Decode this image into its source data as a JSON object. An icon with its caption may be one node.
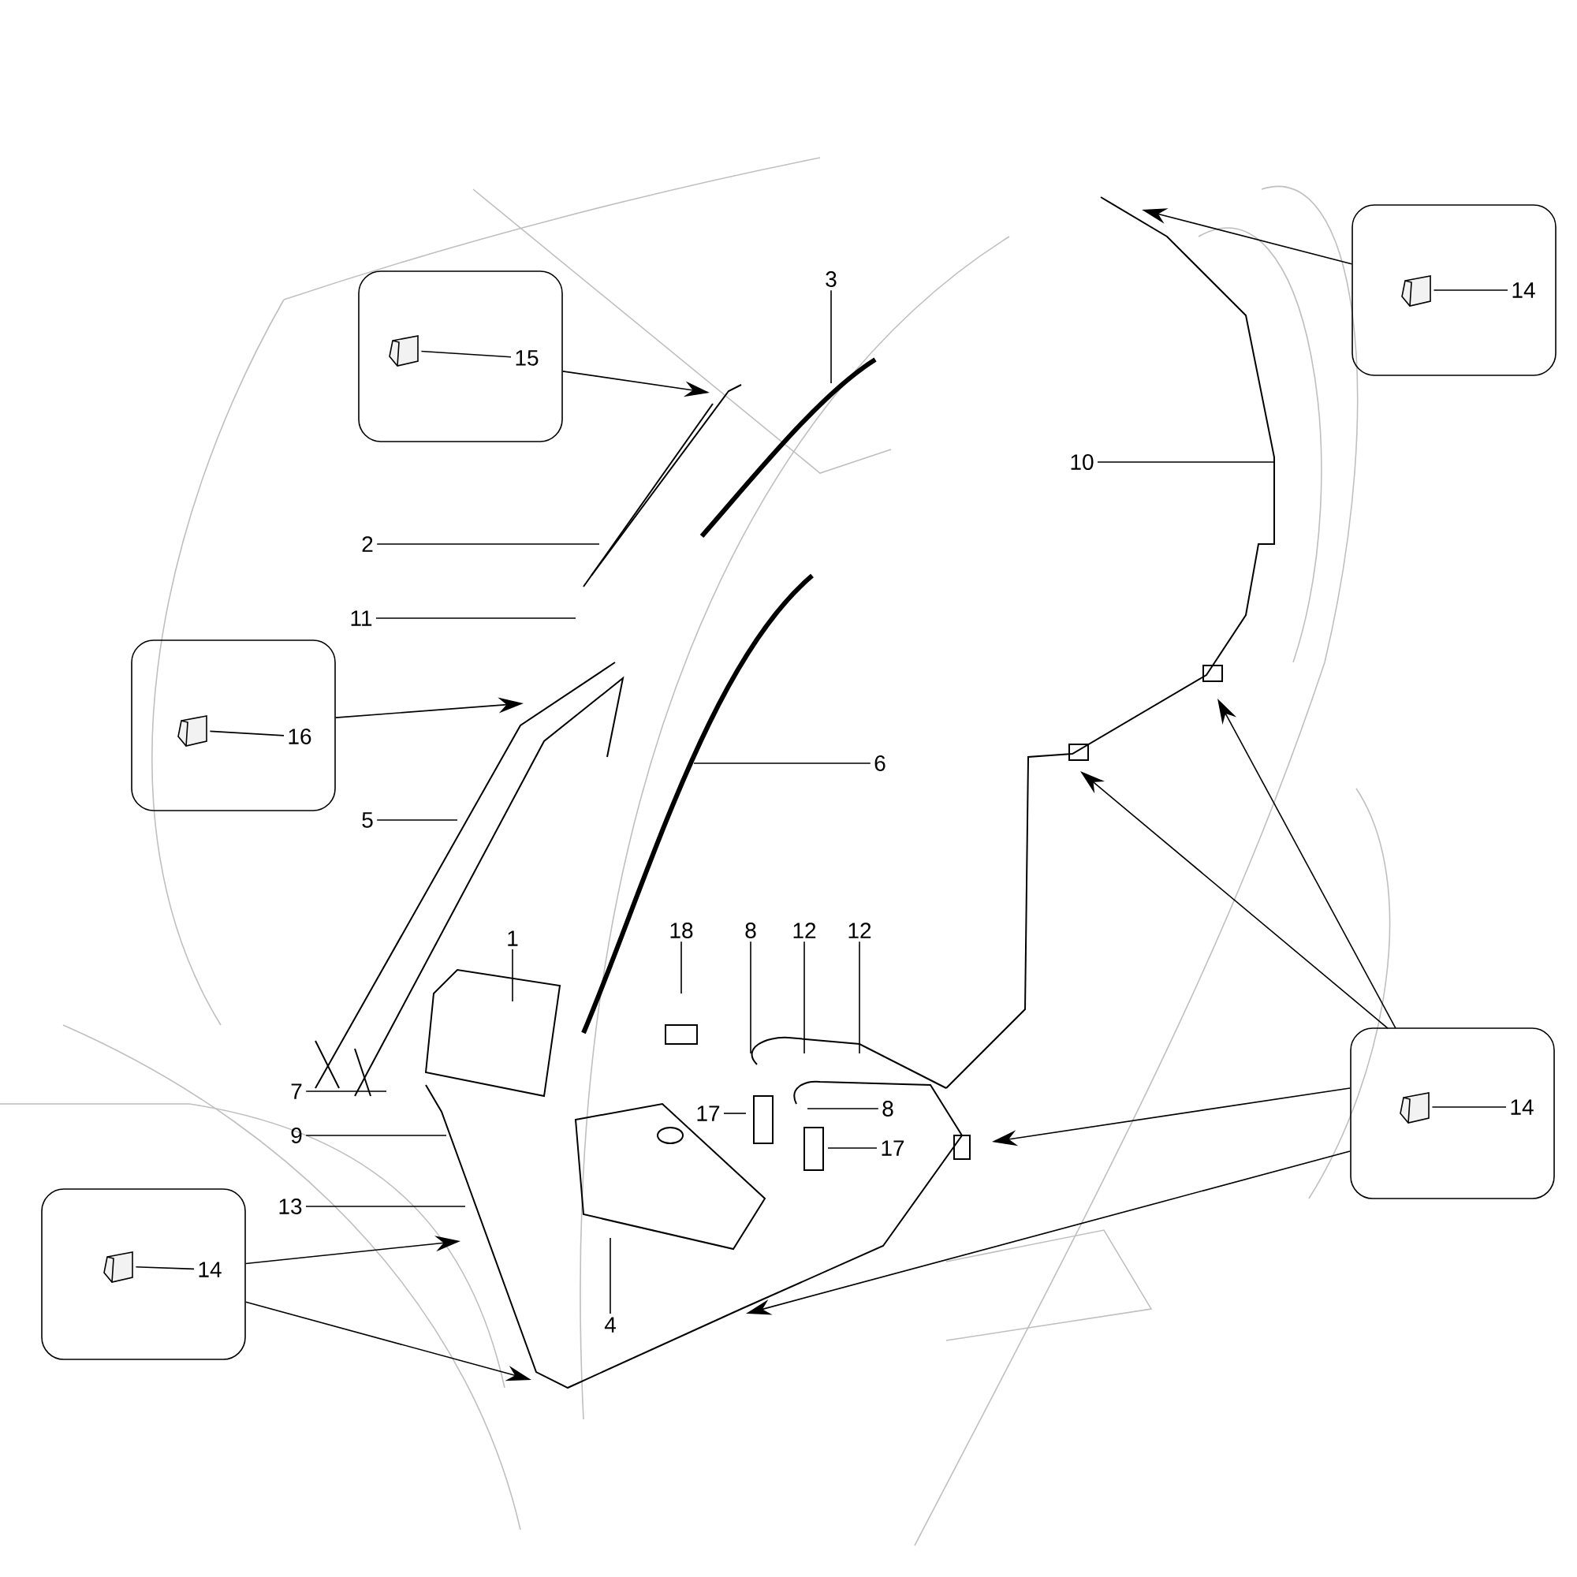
{
  "diagram": {
    "nodes": [
      {
        "text": [],
        "shape": "box"
      },
      {
        "text": [],
        "shape": "picture",
        "in": 0
      },
      {
        "text": [
          "14"
        ],
        "in": 0
      },
      {
        "text": [
          "3"
        ]
      },
      {
        "text": [],
        "shape": "box"
      },
      {
        "text": [],
        "shape": "picture",
        "in": 4
      },
      {
        "text": [
          "15"
        ],
        "in": 4
      },
      {
        "text": [
          "10"
        ]
      },
      {
        "text": [
          "2"
        ]
      },
      {
        "text": [
          "11"
        ]
      },
      {
        "text": [],
        "shape": "box"
      },
      {
        "text": [],
        "shape": "picture",
        "in": 10
      },
      {
        "text": [
          "16"
        ],
        "in": 10
      },
      {
        "text": [
          "6"
        ]
      },
      {
        "text": [
          "5"
        ]
      },
      {
        "text": [
          "1"
        ]
      },
      {
        "text": [
          "18"
        ]
      },
      {
        "text": [
          "8"
        ]
      },
      {
        "text": [
          "12"
        ]
      },
      {
        "text": [
          "12"
        ]
      },
      {
        "text": [],
        "shape": "box"
      },
      {
        "text": [],
        "shape": "picture",
        "in": 20
      },
      {
        "text": [
          "14"
        ],
        "in": 20
      },
      {
        "text": [
          "7"
        ]
      },
      {
        "text": [
          "8"
        ]
      },
      {
        "text": [
          "9"
        ]
      },
      {
        "text": [
          "17"
        ]
      },
      {
        "text": [
          "17"
        ]
      },
      {
        "text": [
          "13"
        ]
      },
      {
        "text": [],
        "shape": "box"
      },
      {
        "text": [],
        "shape": "picture",
        "in": 29
      },
      {
        "text": [
          "14"
        ],
        "in": 29
      },
      {
        "text": [
          "4"
        ]
      }
    ],
    "edges": [
      {
        "from": 2,
        "to": 1,
        "arrow": "none"
      },
      {
        "from": 0,
        "to": null,
        "arrow": "to"
      },
      {
        "from": 3,
        "to": null,
        "arrow": "none"
      },
      {
        "from": 6,
        "to": 5,
        "arrow": "none"
      },
      {
        "from": 4,
        "to": null,
        "arrow": "to"
      },
      {
        "from": 7,
        "to": null,
        "arrow": "none"
      },
      {
        "from": 8,
        "to": null,
        "arrow": "none"
      },
      {
        "from": 9,
        "to": null,
        "arrow": "none"
      },
      {
        "from": 12,
        "to": 11,
        "arrow": "none"
      },
      {
        "from": 10,
        "to": null,
        "arrow": "to"
      },
      {
        "from": 13,
        "to": null,
        "arrow": "none"
      },
      {
        "from": 14,
        "to": null,
        "arrow": "none"
      },
      {
        "from": 15,
        "to": null,
        "arrow": "none"
      },
      {
        "from": 16,
        "to": null,
        "arrow": "none"
      },
      {
        "from": 17,
        "to": null,
        "arrow": "none"
      },
      {
        "from": 18,
        "to": null,
        "arrow": "none"
      },
      {
        "from": 19,
        "to": null,
        "arrow": "none"
      },
      {
        "from": 22,
        "to": 21,
        "arrow": "none"
      },
      {
        "from": 20,
        "to": null,
        "arrow": "to"
      },
      {
        "from": 20,
        "to": null,
        "arrow": "to"
      },
      {
        "from": 20,
        "to": null,
        "arrow": "to"
      },
      {
        "from": 20,
        "to": null,
        "arrow": "to"
      },
      {
        "from": 23,
        "to": null,
        "arrow": "none"
      },
      {
        "from": 24,
        "to": null,
        "arrow": "none"
      },
      {
        "from": 25,
        "to": null,
        "arrow": "none"
      },
      {
        "from": 26,
        "to": null,
        "arrow": "none"
      },
      {
        "from": 27,
        "to": null,
        "arrow": "none"
      },
      {
        "from": 28,
        "to": null,
        "arrow": "none"
      },
      {
        "from": 31,
        "to": 30,
        "arrow": "none"
      },
      {
        "from": 29,
        "to": null,
        "arrow": "to"
      },
      {
        "from": 29,
        "to": null,
        "arrow": "to"
      },
      {
        "from": 32,
        "to": null,
        "arrow": "none"
      }
    ]
  }
}
